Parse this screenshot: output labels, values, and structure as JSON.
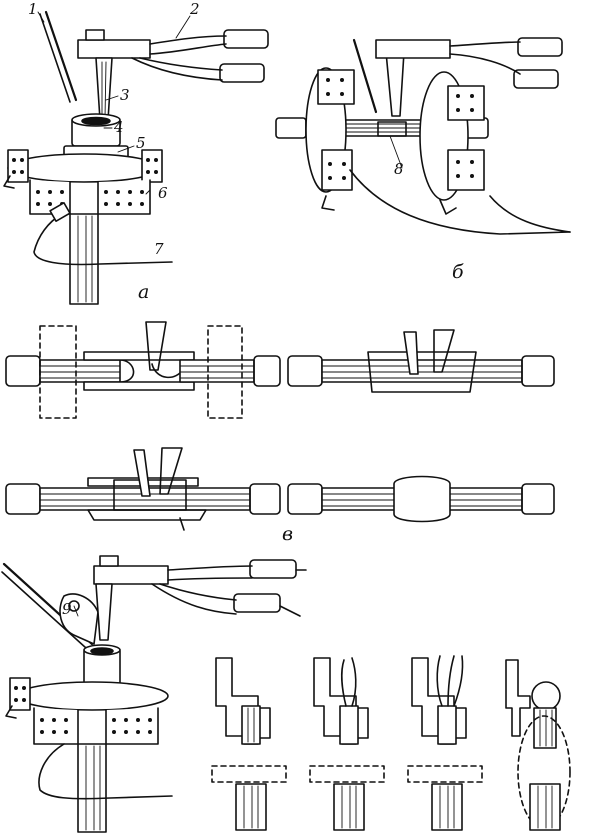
{
  "labels": {
    "n1": "1",
    "n2": "2",
    "n3": "3",
    "n4": "4",
    "n5": "5",
    "n6": "6",
    "n7": "7",
    "n8": "8",
    "n9": "9"
  },
  "panels": {
    "a": "а",
    "b": "б",
    "v": "в"
  }
}
